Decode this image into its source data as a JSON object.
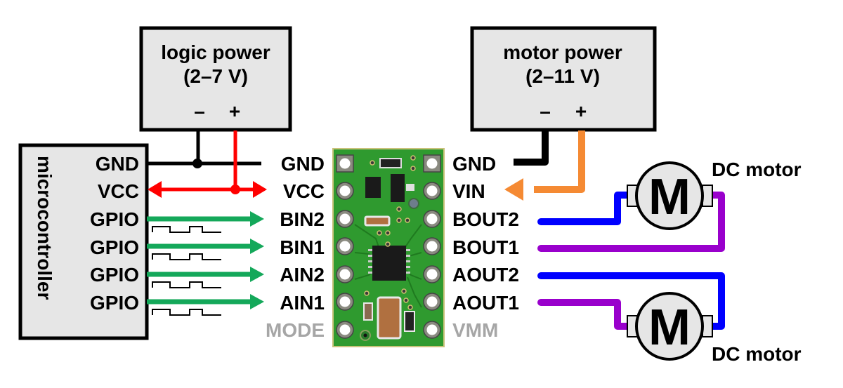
{
  "logic_power": {
    "title": "logic power",
    "range": "(2–7 V)",
    "minus": "–",
    "plus": "+"
  },
  "motor_power": {
    "title": "motor power",
    "range": "(2–11 V)",
    "minus": "–",
    "plus": "+"
  },
  "microcontroller": {
    "title": "microcontroller",
    "pins": [
      "GND",
      "VCC",
      "GPIO",
      "GPIO",
      "GPIO",
      "GPIO"
    ]
  },
  "driver_board": {
    "left_pins": [
      "GND",
      "VCC",
      "BIN2",
      "BIN1",
      "AIN2",
      "AIN1",
      "MODE"
    ],
    "right_pins": [
      "GND",
      "VIN",
      "BOUT2",
      "BOUT1",
      "AOUT2",
      "AOUT1",
      "VMM"
    ],
    "unused_pins": [
      "MODE",
      "VMM"
    ]
  },
  "motors": [
    {
      "label": "DC motor",
      "symbol": "M"
    },
    {
      "label": "DC motor",
      "symbol": "M"
    }
  ],
  "colors": {
    "ground": "#000000",
    "logic_power": "#ff0000",
    "motor_power": "#f58a33",
    "signal": "#14a85a",
    "output_2": "#0000ff",
    "output_1": "#9900cc",
    "box_fill": "#e6e6e6",
    "board_green": "#2f9a2f",
    "unused_label": "#a6a6a6"
  }
}
